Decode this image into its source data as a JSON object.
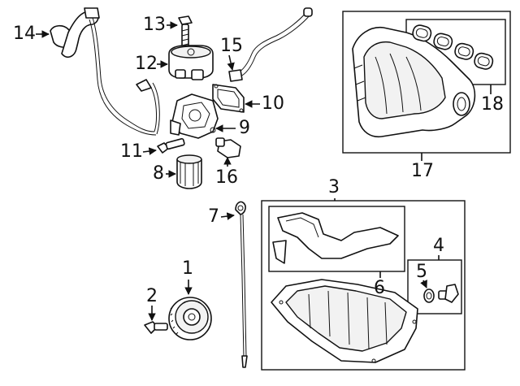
{
  "diagram": {
    "callouts": [
      {
        "id": "c1",
        "text": "1"
      },
      {
        "id": "c2",
        "text": "2"
      },
      {
        "id": "c3",
        "text": "3"
      },
      {
        "id": "c4",
        "text": "4"
      },
      {
        "id": "c5",
        "text": "5"
      },
      {
        "id": "c6",
        "text": "6"
      },
      {
        "id": "c7",
        "text": "7"
      },
      {
        "id": "c8",
        "text": "8"
      },
      {
        "id": "c9",
        "text": "9"
      },
      {
        "id": "c10",
        "text": "10"
      },
      {
        "id": "c11",
        "text": "11"
      },
      {
        "id": "c12",
        "text": "12"
      },
      {
        "id": "c13",
        "text": "13"
      },
      {
        "id": "c14",
        "text": "14"
      },
      {
        "id": "c15",
        "text": "15"
      },
      {
        "id": "c16",
        "text": "16"
      },
      {
        "id": "c17",
        "text": "17"
      },
      {
        "id": "c18",
        "text": "18"
      }
    ]
  }
}
